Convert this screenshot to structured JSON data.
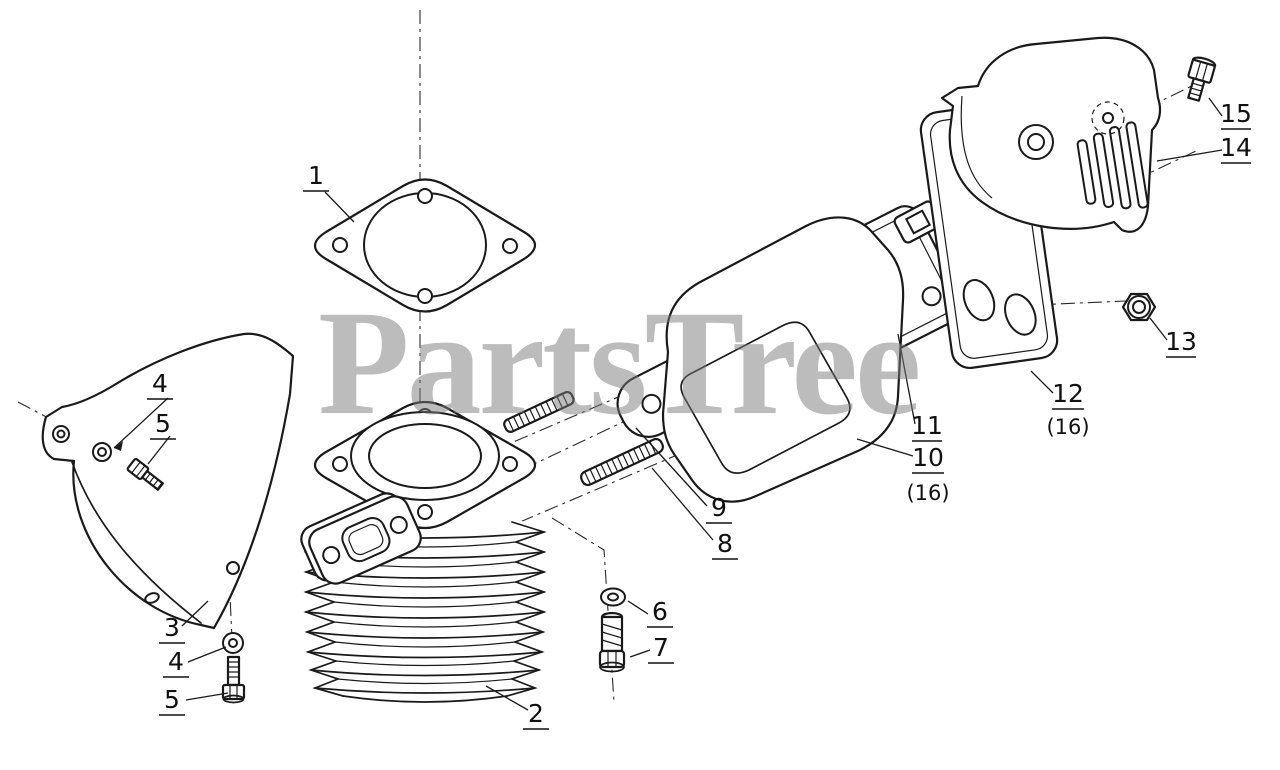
{
  "watermark": {
    "text": "PartsTree"
  },
  "part_labels": {
    "n1": "1",
    "n2": "2",
    "n3": "3",
    "n4a": "4",
    "n5a": "5",
    "n4b": "4",
    "n5b": "5",
    "n6": "6",
    "n7": "7",
    "n8": "8",
    "n9": "9",
    "n10": "10",
    "n10k": "(16)",
    "n11": "11",
    "n12": "12",
    "n12k": "(16)",
    "n13": "13",
    "n14": "14",
    "n15": "15"
  }
}
